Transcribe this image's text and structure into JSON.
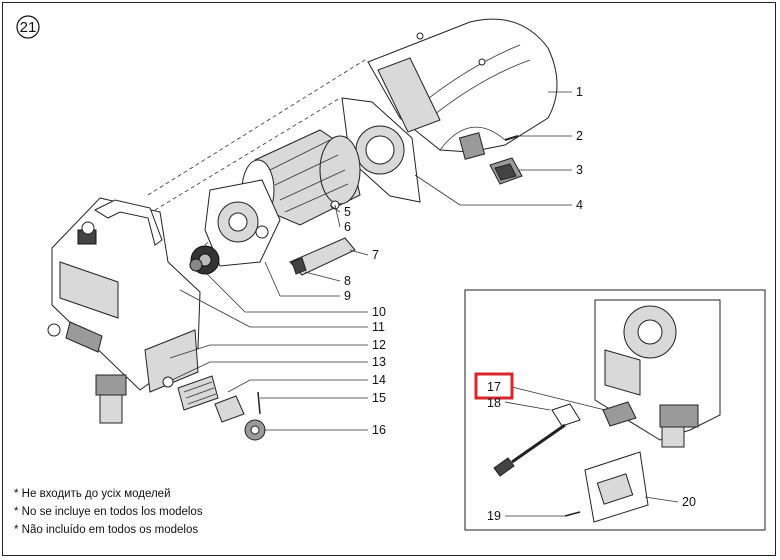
{
  "figure": {
    "number": "21"
  },
  "callouts": [
    "1",
    "2",
    "3",
    "4",
    "5",
    "6",
    "7",
    "8",
    "9",
    "10",
    "11",
    "12",
    "13",
    "14",
    "15",
    "16"
  ],
  "inset": {
    "callouts": [
      "17",
      "18",
      "19",
      "20"
    ],
    "highlight_color": "#d9262c"
  },
  "notes": [
    "* Не входить до усіх моделей",
    "* No se incluye en todos los modelos",
    "* Não incluído em todos os modelos"
  ]
}
